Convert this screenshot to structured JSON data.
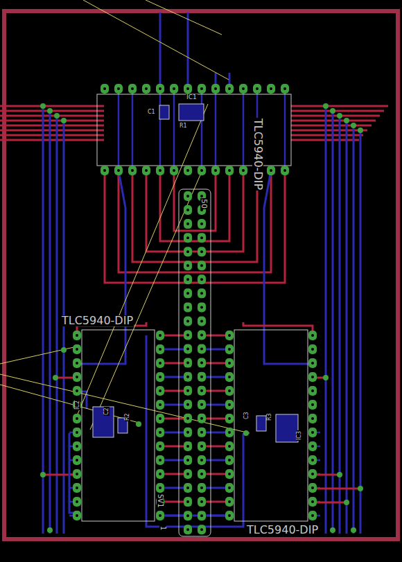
{
  "diagram": {
    "labels": [
      "TLC5940-DIP",
      "TLC5940-DIP",
      "TLC5940-DIP",
      "50",
      "1",
      "SV1",
      "IC1",
      "C1",
      "R1",
      "IC2",
      "C2",
      "R2",
      "IC3",
      "C3",
      "R3"
    ]
  }
}
